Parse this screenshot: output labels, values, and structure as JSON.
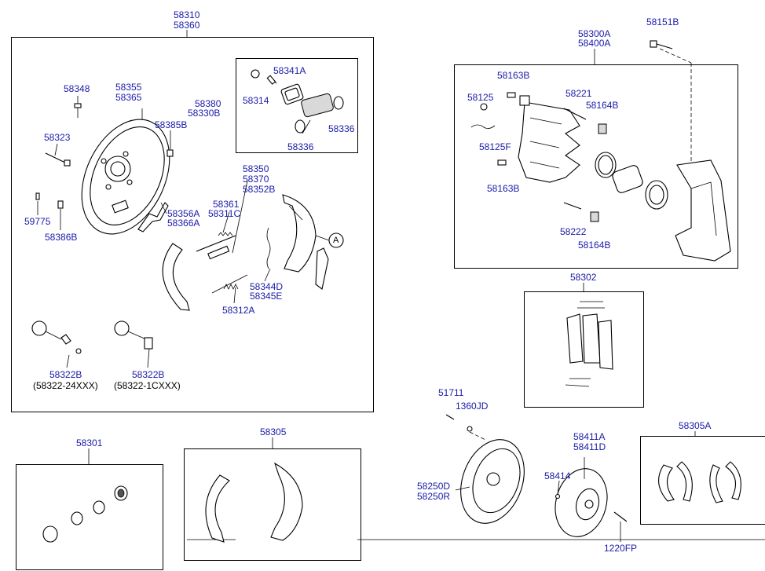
{
  "labels": {
    "l58310": "58310",
    "l58360": "58360",
    "l58348": "58348",
    "l58355": "58355",
    "l58365": "58365",
    "l58385b": "58385B",
    "l58323": "58323",
    "l59775": "59775",
    "l58386b": "58386B",
    "l58341a": "58341A",
    "l58314": "58314",
    "l58380": "58380",
    "l58330b": "58330B",
    "l58336a": "58336",
    "l58336b": "58336",
    "l58350": "58350",
    "l58370": "58370",
    "l58352b": "58352B",
    "l58356a": "58356A",
    "l58366a": "58366A",
    "l58361": "58361",
    "l58311c": "58311C",
    "l58344d": "58344D",
    "l58345e": "58345E",
    "l58312a": "58312A",
    "circleA": "A",
    "l58322b_1": "58322B",
    "l58322b_1_sub": "(58322-24XXX)",
    "l58322b_2": "58322B",
    "l58322b_2_sub": "(58322-1CXXX)",
    "l58300a": "58300A",
    "l58400a": "58400A",
    "l58151b": "58151B",
    "l58163b_1": "58163B",
    "l58125": "58125",
    "l58221": "58221",
    "l58164b_1": "58164B",
    "l58125f": "58125F",
    "l58163b_2": "58163B",
    "l58222": "58222",
    "l58164b_2": "58164B",
    "l58302": "58302",
    "l51711": "51711",
    "l1360jd": "1360JD",
    "l58411a": "58411A",
    "l58411d": "58411D",
    "l58414": "58414",
    "l58250d": "58250D",
    "l58250r": "58250R",
    "l58305a": "58305A",
    "l58301": "58301",
    "l58305": "58305",
    "l1220fp": "1220FP"
  }
}
